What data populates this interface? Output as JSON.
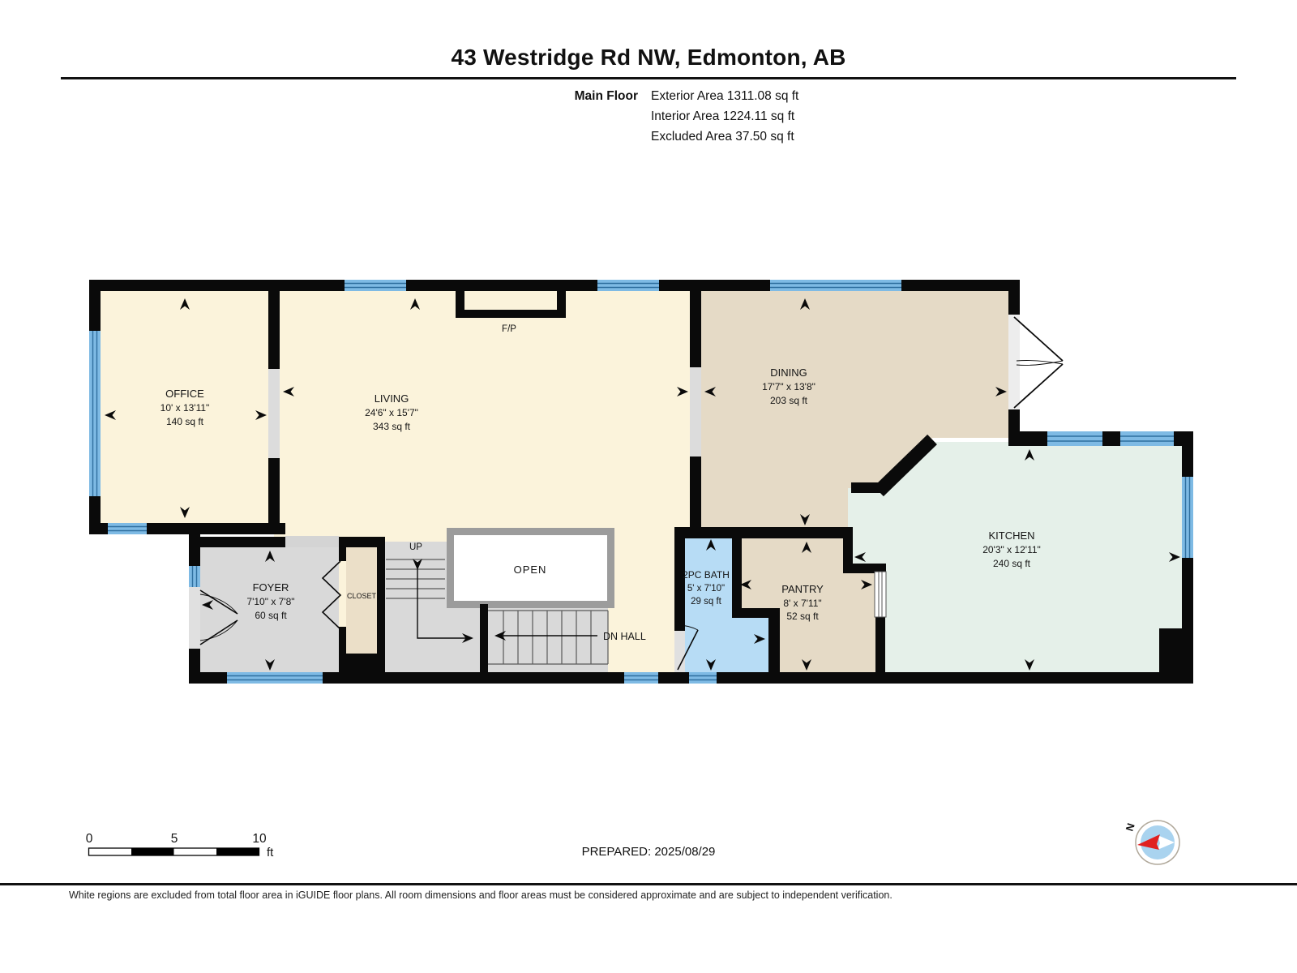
{
  "header": {
    "title": "43 Westridge Rd NW, Edmonton, AB",
    "floor_label": "Main Floor",
    "stats": [
      "Exterior Area 1311.08 sq ft",
      "Interior Area 1224.11 sq ft",
      "Excluded Area 37.50 sq ft"
    ]
  },
  "rooms": {
    "office": {
      "name": "OFFICE",
      "dims": "10' x 13'11\"",
      "area": "140 sq ft"
    },
    "living": {
      "name": "LIVING",
      "dims": "24'6\" x 15'7\"",
      "area": "343 sq ft"
    },
    "dining": {
      "name": "DINING",
      "dims": "17'7\" x 13'8\"",
      "area": "203 sq ft"
    },
    "kitchen": {
      "name": "KITCHEN",
      "dims": "20'3\" x 12'11\"",
      "area": "240 sq ft"
    },
    "foyer": {
      "name": "FOYER",
      "dims": "7'10\" x 7'8\"",
      "area": "60 sq ft"
    },
    "bath": {
      "name": "2PC BATH",
      "dims": "5' x 7'10\"",
      "area": "29 sq ft"
    },
    "pantry": {
      "name": "PANTRY",
      "dims": "8' x 7'11\"",
      "area": "52 sq ft"
    }
  },
  "labels": {
    "closet": "CLOSET",
    "open": "OPEN",
    "fireplace": "F/P",
    "up": "UP",
    "dn_hall": "DN HALL",
    "compass_north": "N"
  },
  "scale_bar": {
    "ticks": [
      "0",
      "5",
      "10"
    ],
    "unit": "ft"
  },
  "prepared": "PREPARED: 2025/08/29",
  "footer": "White regions are excluded from total floor area in iGUIDE floor plans. All room dimensions and floor areas must be considered approximate and are subject to independent verification.",
  "colors": {
    "wall": "#0a0a0a",
    "floor_cream": "#FBF3DB",
    "floor_tan": "#E5DAC6",
    "floor_closet": "#EBDFC8",
    "floor_mint": "#E5F0E9",
    "floor_gray": "#D9D9D9",
    "bath_blue": "#B7DCF5",
    "window_blue": "#7EBAE4",
    "window_line": "#2F6F9F",
    "open_border": "#9C9C9C",
    "compass_blue": "#A9D3EF",
    "compass_red": "#E02020"
  }
}
